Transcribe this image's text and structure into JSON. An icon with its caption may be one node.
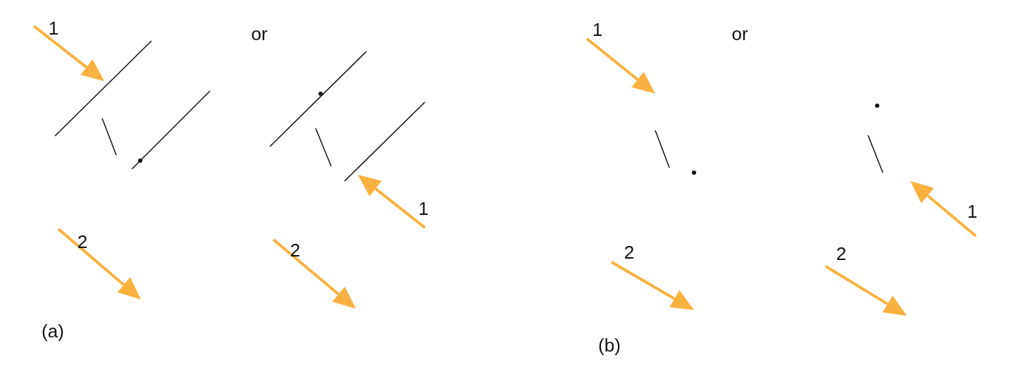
{
  "diagram": {
    "labels": [
      "1",
      "or",
      "1",
      "or",
      "1",
      "1",
      "2",
      "2",
      "2",
      "2",
      "(a)",
      "(b)"
    ]
  }
}
